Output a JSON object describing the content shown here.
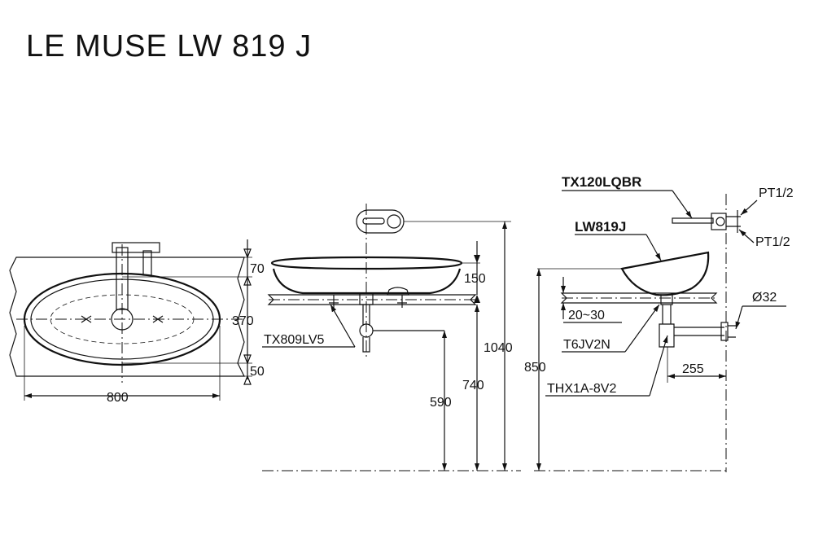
{
  "title": "LE MUSE LW 819 J",
  "plan_view": {
    "width_dim": "800",
    "depth_dim": "370",
    "back_offset_dim": "70",
    "front_offset_dim": "50"
  },
  "front_view": {
    "height_dim": "150",
    "bottom_dim": "590",
    "counter_dim": "740",
    "top_dim": "1040",
    "waste_model": "TX809LV5"
  },
  "side_view": {
    "faucet_model": "TX120LQBR",
    "basin_model": "LW819J",
    "thread_top": "PT1/2",
    "thread_bottom": "PT1/2",
    "pipe_diameter": "Ø32",
    "counter_thickness_dim": "20~30",
    "drain_model": "T6JV2N",
    "trap_model": "THX1A-8V2",
    "trap_offset_dim": "255",
    "height_dim": "850"
  }
}
